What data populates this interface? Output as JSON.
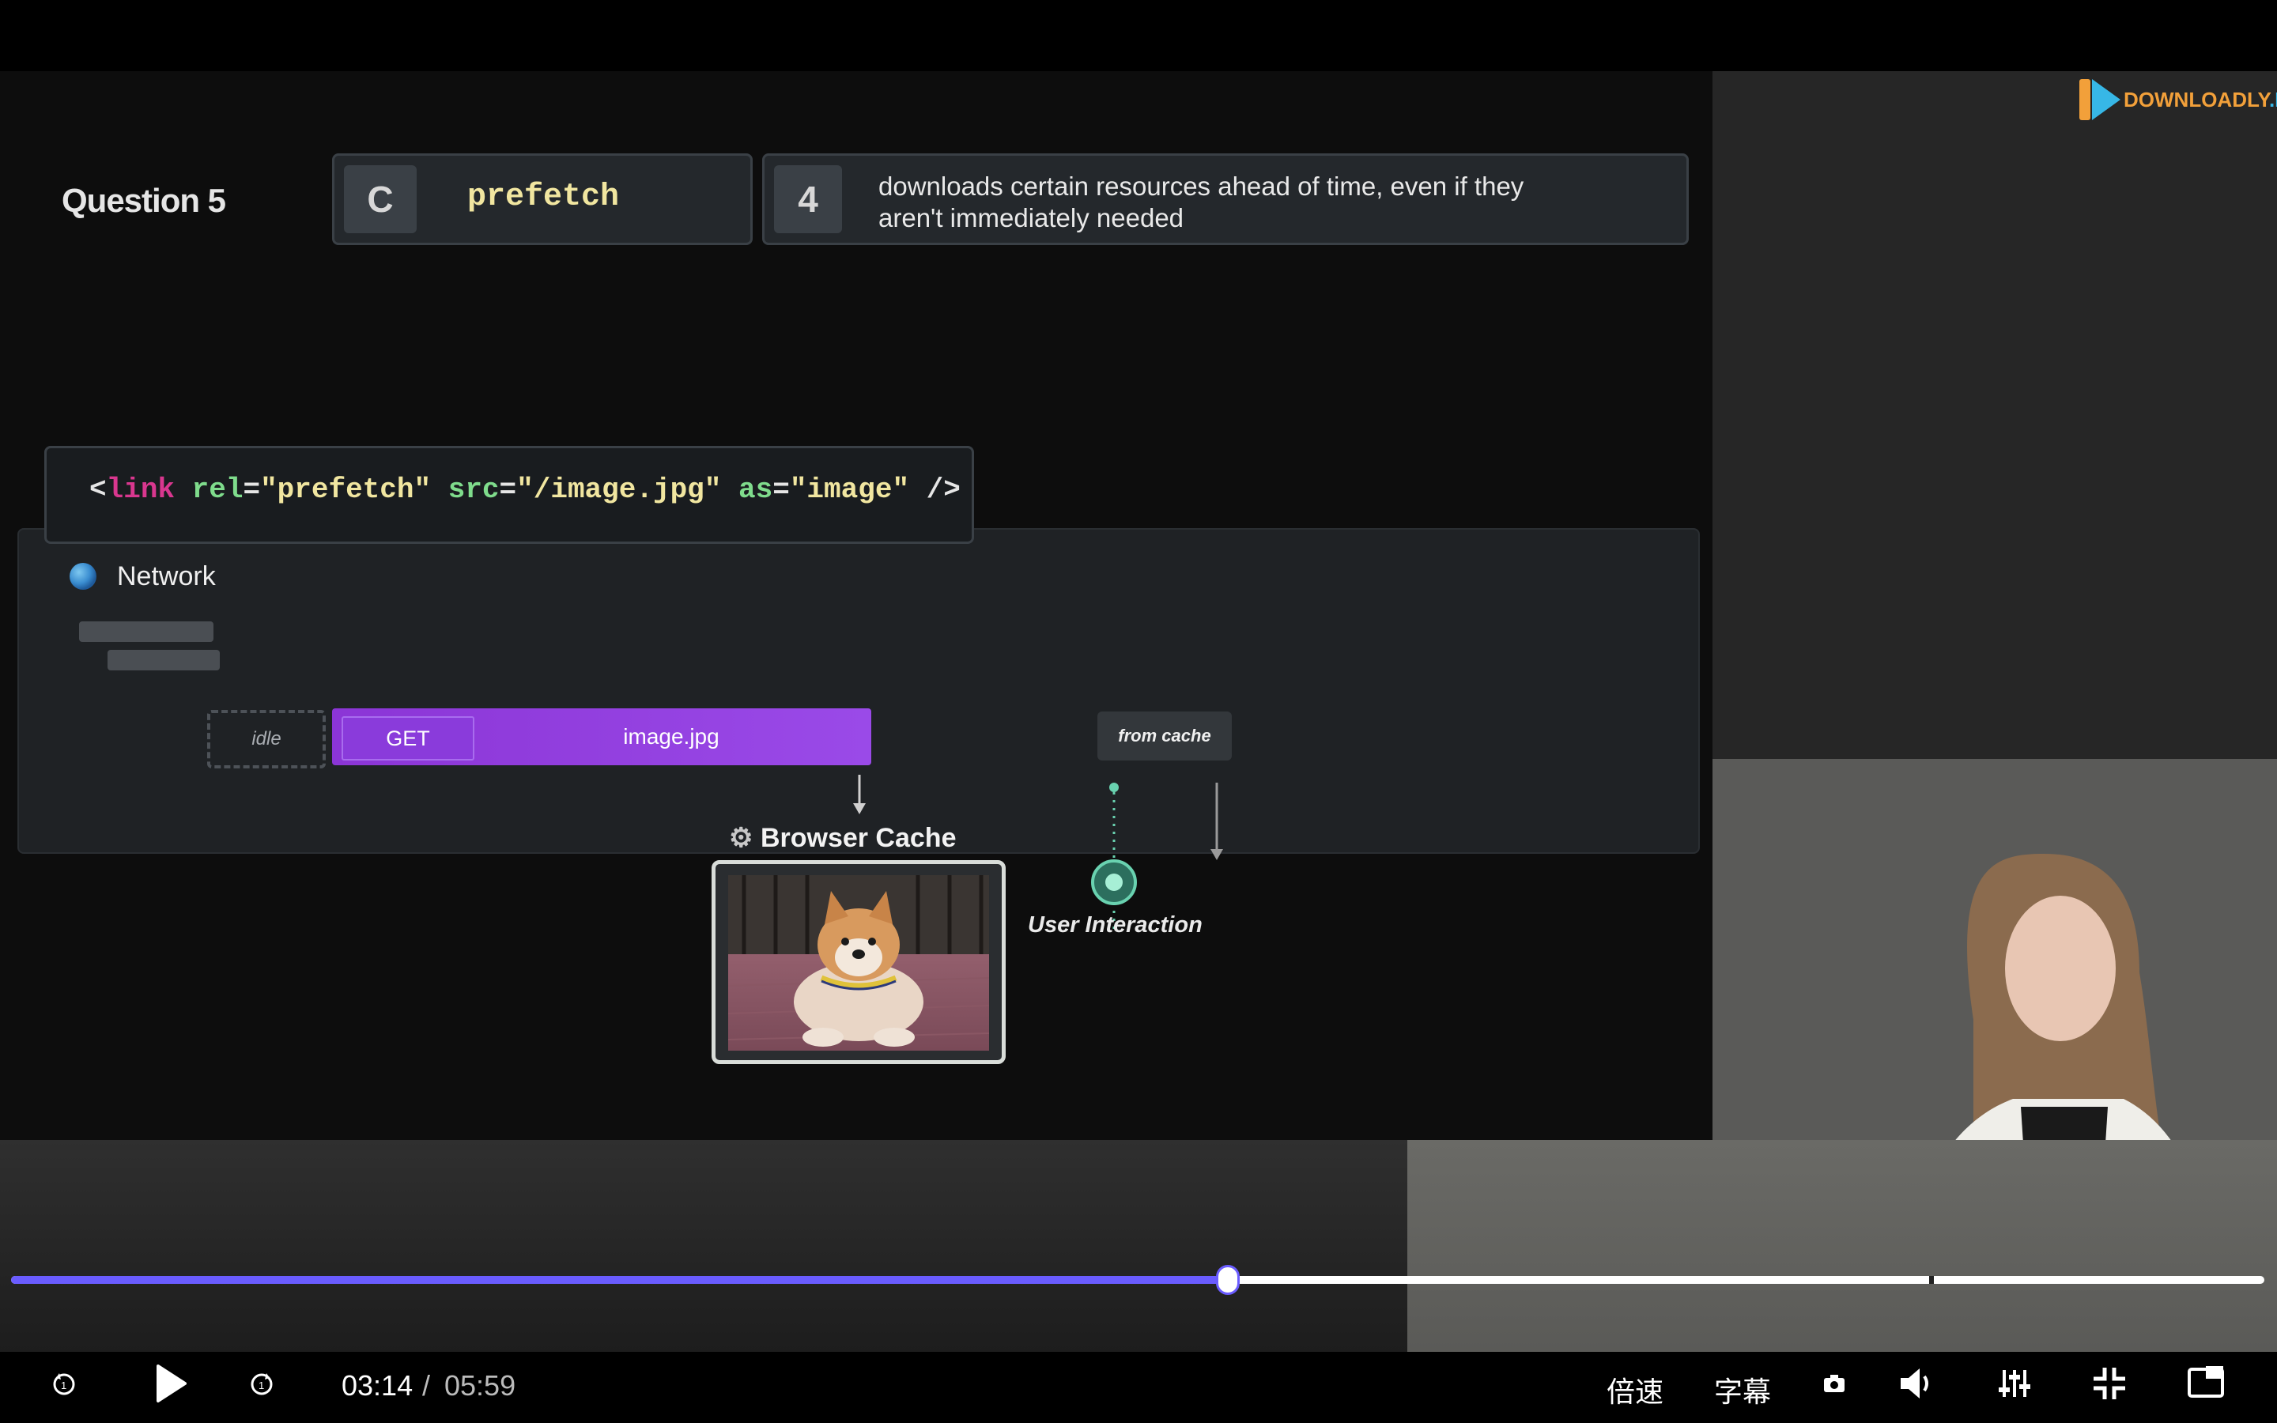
{
  "watermark": {
    "text_main": "DOWNLOADLY",
    "text_suffix": ".IR"
  },
  "slide": {
    "question_title": "Question 5",
    "answer_letter": "C",
    "answer_keyword": "prefetch",
    "definition_number": "4",
    "definition_line1": "downloads certain resources ahead of time, even if they",
    "definition_line2": "aren't immediately needed",
    "code": {
      "open": "<",
      "tag": "link",
      "attr1": "rel",
      "val1": "\"prefetch\"",
      "attr2": "src",
      "val2": "\"/image.jpg\"",
      "attr3": "as",
      "val3": "\"image\"",
      "close": " />"
    },
    "network": {
      "title": "Network",
      "idle_label": "idle",
      "method": "GET",
      "file": "image.jpg",
      "cache_chip": "from cache",
      "cache_title": "Browser Cache",
      "interaction_label": "User Interaction"
    }
  },
  "player": {
    "current_time": "03:14",
    "separator": "/",
    "total_time": "05:59",
    "progress": 0.54,
    "speed_label": "倍速",
    "subtitle_label": "字幕"
  },
  "colors": {
    "progress_accent": "#6a5cff",
    "request_bar": "#9a4ae8"
  }
}
